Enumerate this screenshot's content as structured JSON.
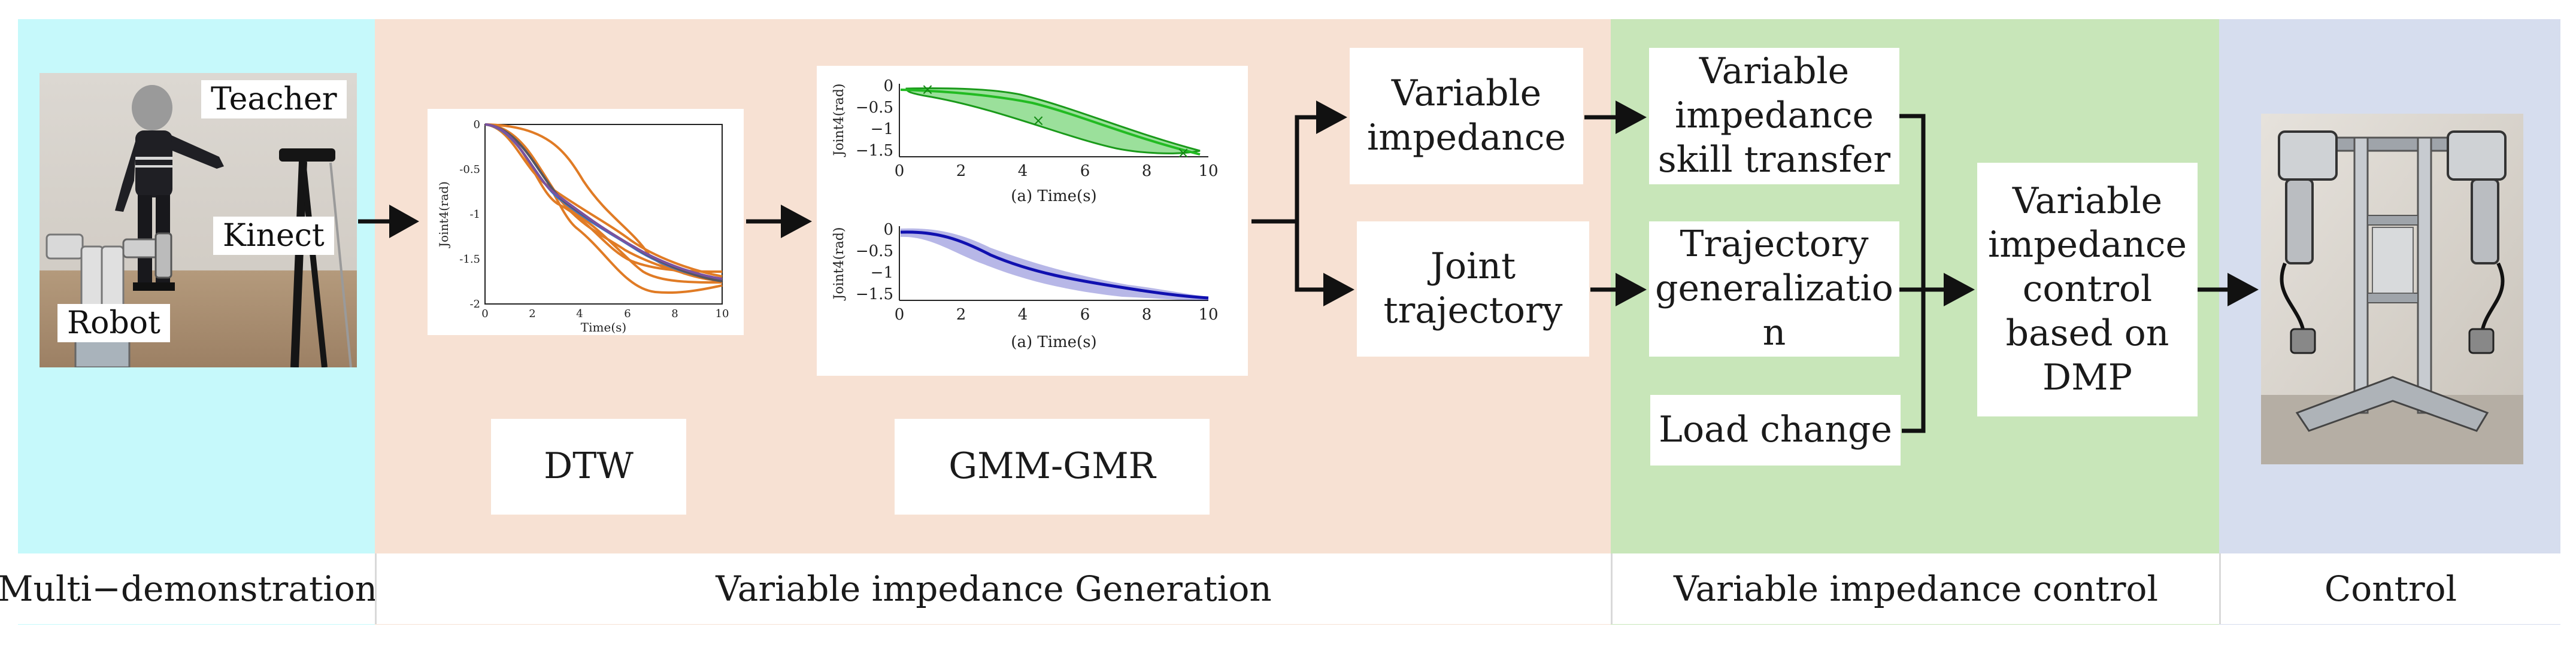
{
  "stages": {
    "demonstrations": "Multi−demonstrations",
    "generation": "Variable impedance Generation",
    "control_stage": "Variable impedance control",
    "control": "Control"
  },
  "photo_labels": {
    "teacher": "Teacher",
    "kinect": "Kinect",
    "robot": "Robot"
  },
  "methods": {
    "dtw": "DTW",
    "gmm_gmr": "GMM-GMR"
  },
  "nodes": {
    "variable_impedance": "Variable impedance",
    "joint_trajectory": "Joint trajectory",
    "skill_transfer": "Variable impedance skill transfer",
    "trajectory_generalization": "Trajectory generalizatio n",
    "load_change": "Load change",
    "dmp_control": "Variable impedance control based on DMP"
  },
  "plots": {
    "dtw": {
      "ylabel": "Joint4(rad)",
      "xlabel": "Time(s)",
      "yticks": [
        "0",
        "-0.5",
        "-1",
        "-1.5",
        "-2"
      ],
      "xticks": [
        "0",
        "2",
        "4",
        "6",
        "8",
        "10"
      ]
    },
    "gmm_top": {
      "ylabel": "Joint4(rad)",
      "xlabel": "(a)  Time(s)",
      "yticks": [
        "0",
        "−0.5",
        "−1",
        "−1.5"
      ],
      "xticks": [
        "0",
        "2",
        "4",
        "6",
        "8",
        "10"
      ]
    },
    "gmm_bottom": {
      "ylabel": "Joint4(rad)",
      "xlabel": "(a)  Time(s)",
      "yticks": [
        "0",
        "−0.5",
        "−1",
        "−1.5"
      ],
      "xticks": [
        "0",
        "2",
        "4",
        "6",
        "8",
        "10"
      ]
    }
  },
  "colors": {
    "multi_demonstrations": "#c6f9fb",
    "generation": "#f7e1d3",
    "impedance_control": "#c8e6b9",
    "control": "#d6ddee",
    "gmm_green": "#22bb22",
    "gmr_blue": "#1010b0"
  }
}
